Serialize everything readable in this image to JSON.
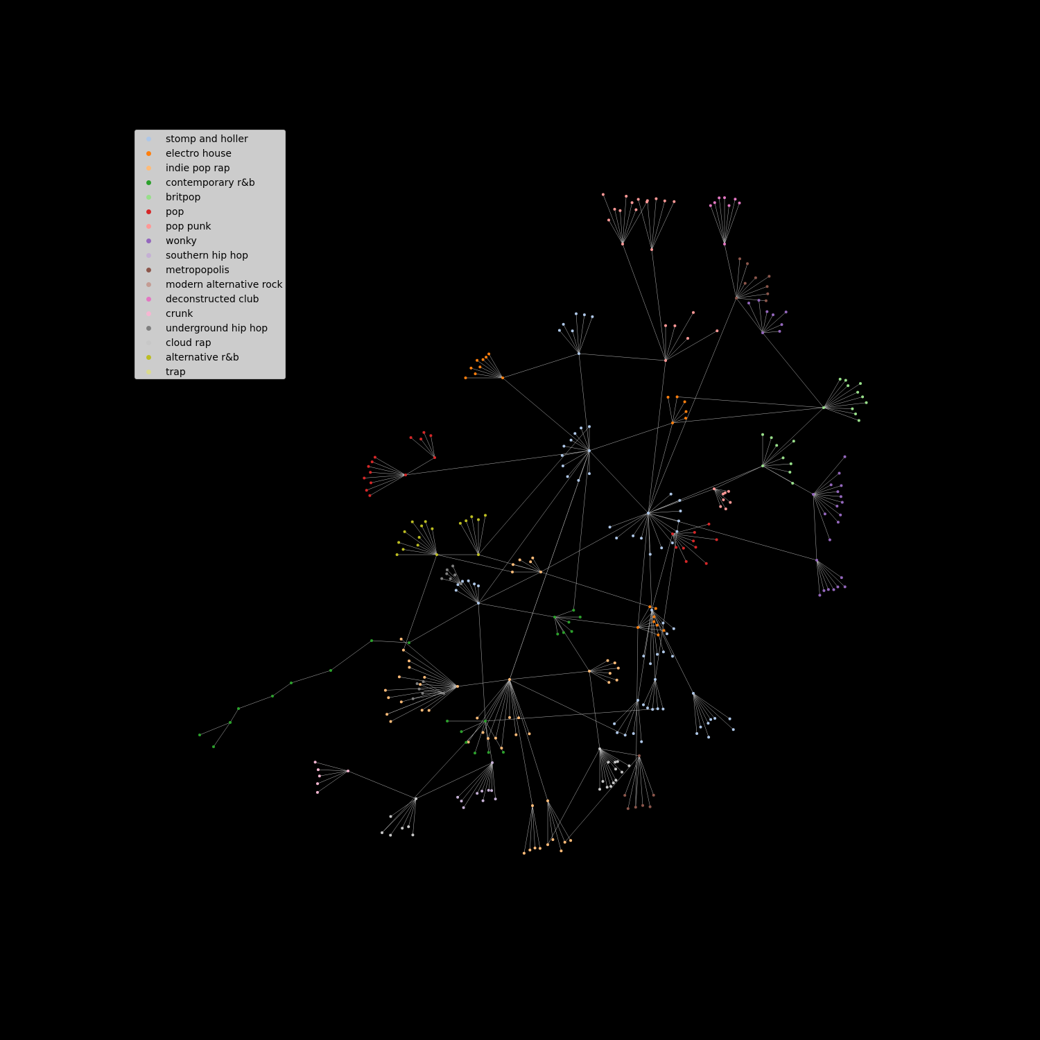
{
  "legend": [
    {
      "label": "stomp and holler",
      "color": "#aec7e8"
    },
    {
      "label": "electro house",
      "color": "#ff7f0e"
    },
    {
      "label": "indie pop rap",
      "color": "#ffbb78"
    },
    {
      "label": "contemporary r&b",
      "color": "#2ca02c"
    },
    {
      "label": "britpop",
      "color": "#98df8a"
    },
    {
      "label": "pop",
      "color": "#d62728"
    },
    {
      "label": "pop punk",
      "color": "#ff9896"
    },
    {
      "label": "wonky",
      "color": "#9467bd"
    },
    {
      "label": "southern hip hop",
      "color": "#c5b0d5"
    },
    {
      "label": "metropopolis",
      "color": "#8c564b"
    },
    {
      "label": "modern alternative rock",
      "color": "#c49c94"
    },
    {
      "label": "deconstructed club",
      "color": "#e377c2"
    },
    {
      "label": "crunk",
      "color": "#f7b6d2"
    },
    {
      "label": "underground hip hop",
      "color": "#7f7f7f"
    },
    {
      "label": "cloud rap",
      "color": "#c7c7c7"
    },
    {
      "label": "alternative r&b",
      "color": "#bcbd22"
    },
    {
      "label": "trap",
      "color": "#dbdb8d"
    }
  ],
  "colors": {
    "background": "#000000",
    "edge": "#bbbbbb"
  }
}
